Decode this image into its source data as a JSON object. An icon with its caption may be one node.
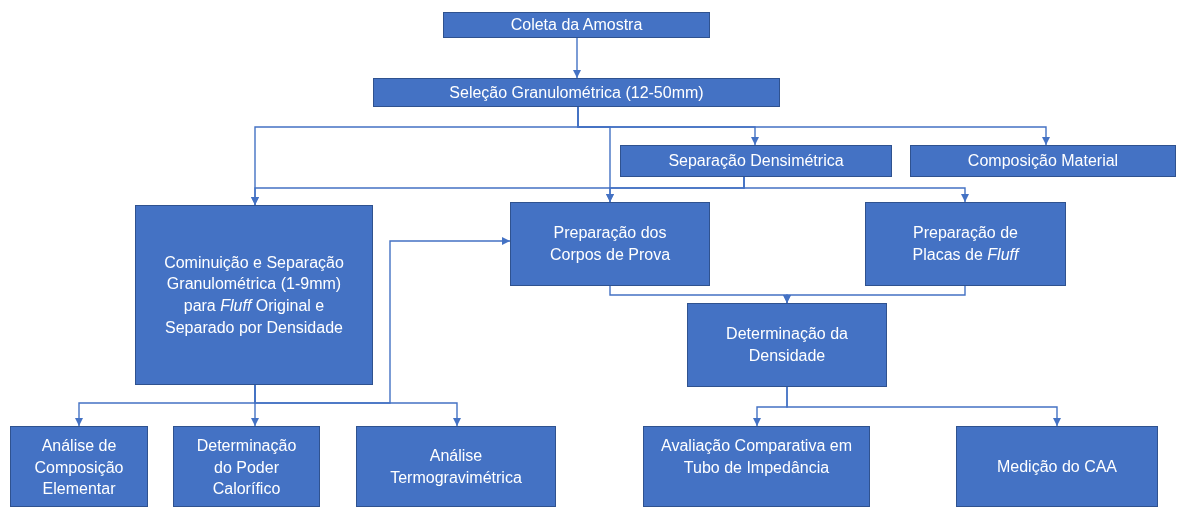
{
  "diagram": {
    "nodes": [
      {
        "text": [
          "Coleta da Amostra"
        ]
      },
      {
        "text": [
          "Seleção Granulométrica (12-50mm)"
        ]
      },
      {
        "text": [
          "Separação Densimétrica"
        ]
      },
      {
        "text": [
          "Composição Material"
        ]
      },
      {
        "text": [
          "Cominuição e Separação Granulométrica (1-9mm) para *Fluff* Original e Separado por Densidade"
        ]
      },
      {
        "text": [
          "Preparação dos Corpos de Prova"
        ]
      },
      {
        "text": [
          "Preparação de Placas de *Fluff*"
        ]
      },
      {
        "text": [
          "Determinação da Densidade"
        ]
      },
      {
        "text": [
          "Análise de Composição Elementar"
        ]
      },
      {
        "text": [
          "Determinação do Poder Calorífico"
        ]
      },
      {
        "text": [
          "Análise Termogravimétrica"
        ]
      },
      {
        "text": [
          "Avaliação Comparativa em Tubo de Impedância"
        ]
      },
      {
        "text": [
          "Medição do CAA"
        ]
      }
    ],
    "edges": [
      {
        "from": 0,
        "to": 1,
        "arrow": "to"
      },
      {
        "from": 1,
        "to": 4,
        "arrow": "to"
      },
      {
        "from": 1,
        "to": 5,
        "arrow": "to"
      },
      {
        "from": 1,
        "to": 2,
        "arrow": "to"
      },
      {
        "from": 1,
        "to": 3,
        "arrow": "to"
      },
      {
        "from": 2,
        "to": 4,
        "arrow": "to"
      },
      {
        "from": 2,
        "to": 5,
        "arrow": "to"
      },
      {
        "from": 2,
        "to": 6,
        "arrow": "to"
      },
      {
        "from": 4,
        "to": 5,
        "arrow": "to"
      },
      {
        "from": 4,
        "to": 8,
        "arrow": "to"
      },
      {
        "from": 4,
        "to": 9,
        "arrow": "to"
      },
      {
        "from": 4,
        "to": 10,
        "arrow": "to"
      },
      {
        "from": 5,
        "to": 7,
        "arrow": "to"
      },
      {
        "from": 6,
        "to": 7,
        "arrow": "to"
      },
      {
        "from": 7,
        "to": 11,
        "arrow": "to"
      },
      {
        "from": 7,
        "to": 12,
        "arrow": "to"
      }
    ]
  }
}
